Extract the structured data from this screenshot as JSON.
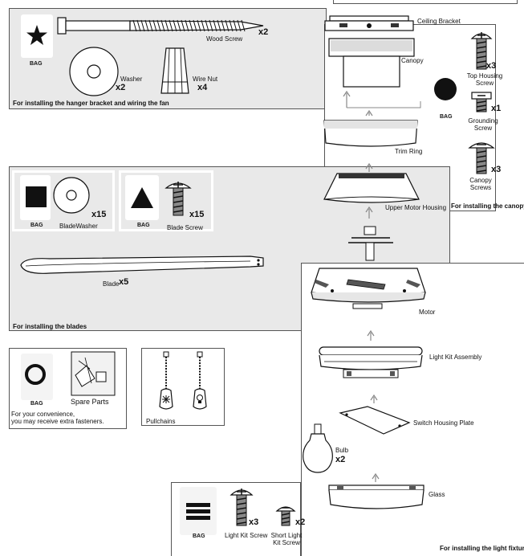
{
  "hanger_panel": {
    "caption": "For installing the hanger bracket and wiring the fan",
    "bag_label": "BAG",
    "wood_screw": {
      "label": "Wood Screw",
      "qty": "x2"
    },
    "washer": {
      "label": "Washer",
      "qty": "x2"
    },
    "wire_nut": {
      "label": "Wire Nut",
      "qty": "x4"
    }
  },
  "canopy_panel": {
    "caption": "For installing the canopy",
    "ceiling_bracket": "Ceiling Bracket",
    "canopy": "Canopy",
    "trim_ring": "Trim Ring",
    "bag_label": "BAG",
    "top_housing_screw": {
      "label": "Top Housing\nScrew",
      "qty": "x3"
    },
    "grounding_screw": {
      "label": "Grounding\nScrew",
      "qty": "x1"
    },
    "canopy_screws": {
      "label": "Canopy\nScrews",
      "qty": "x3"
    }
  },
  "blades_panel": {
    "caption": "For installing the blades",
    "bag_label": "BAG",
    "blade_washer": {
      "label": "BladeWasher",
      "qty": "x15"
    },
    "blade_screw": {
      "label": "Blade Screw",
      "qty": "x15"
    },
    "blade": {
      "label": "Blade",
      "qty": "x5"
    },
    "upper_motor_housing": "Upper Motor Housing"
  },
  "spare_panel": {
    "bag_label": "BAG",
    "spare_parts": "Spare Parts",
    "note_line1": "For your convenience,",
    "note_line2": "you may receive extra fasteners."
  },
  "pullchain_panel": {
    "label": "Pullchains"
  },
  "light_panel": {
    "caption": "For installing the light fixture",
    "motor": "Motor",
    "light_kit_assembly": "Light Kit Assembly",
    "switch_housing_plate": "Switch Housing Plate",
    "bulb": {
      "label": "Bulb",
      "qty": "x2"
    },
    "glass": "Glass"
  },
  "light_kit_bag": {
    "bag_label": "BAG",
    "light_kit_screw": {
      "label": "Light Kit Screw",
      "qty": "x3"
    },
    "short_light_kit_screw": {
      "label": "Short Light\nKit Screw",
      "qty": "x2"
    }
  }
}
